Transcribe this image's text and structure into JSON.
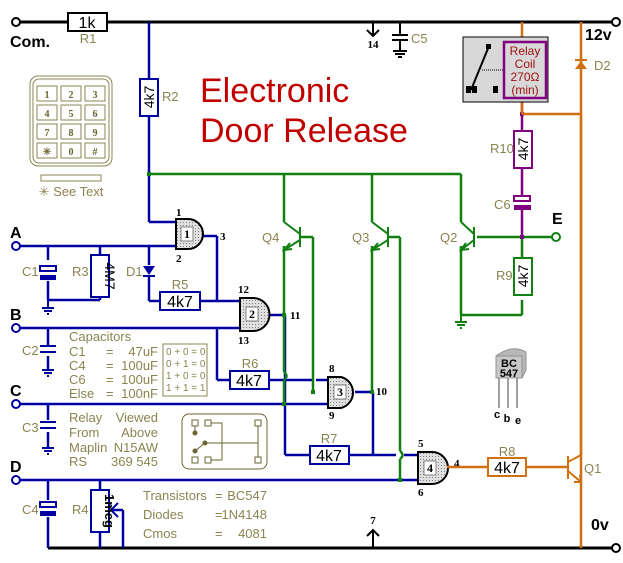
{
  "title": {
    "line1": "Electronic",
    "line2": "Door Release"
  },
  "colors": {
    "title": "#c00000",
    "blue": "#0000a0",
    "green": "#108010",
    "orange": "#d07010",
    "purple": "#800080",
    "black": "#000000",
    "label": "#8a8450"
  },
  "terminals": {
    "com": "Com.",
    "v12": "12v",
    "v0": "0v",
    "a": "A",
    "b": "B",
    "c": "C",
    "d": "D",
    "e": "E"
  },
  "resistors": [
    {
      "ref": "R1",
      "value": "1k"
    },
    {
      "ref": "R2",
      "value": "4k7"
    },
    {
      "ref": "R3",
      "value": "4M7"
    },
    {
      "ref": "R4",
      "value": "1meg"
    },
    {
      "ref": "R5",
      "value": "4k7"
    },
    {
      "ref": "R6",
      "value": "4k7"
    },
    {
      "ref": "R7",
      "value": "4k7"
    },
    {
      "ref": "R8",
      "value": "4k7"
    },
    {
      "ref": "R9",
      "value": "4k7"
    },
    {
      "ref": "R10",
      "value": "4k7"
    }
  ],
  "capacitors": [
    "C1",
    "C2",
    "C3",
    "C4",
    "C5",
    "C6"
  ],
  "diodes": [
    "D1",
    "D2"
  ],
  "transistors": [
    "Q1",
    "Q2",
    "Q3",
    "Q4"
  ],
  "gates": [
    {
      "num": "1",
      "in1": "1",
      "in2": "2",
      "out": "3"
    },
    {
      "num": "2",
      "in1": "12",
      "in2": "13",
      "out": "11"
    },
    {
      "num": "3",
      "in1": "8",
      "in2": "9",
      "out": "10"
    },
    {
      "num": "4",
      "in1": "5",
      "in2": "6",
      "out": "4"
    }
  ],
  "power_pins": {
    "vdd": "14",
    "vss": "7"
  },
  "relay": {
    "line1": "Relay",
    "line2": "Coil",
    "line3": "270Ω",
    "line4": "(min)"
  },
  "keypad": {
    "keys": [
      "1",
      "2",
      "3",
      "4",
      "5",
      "6",
      "7",
      "8",
      "9",
      "✳",
      "0",
      "#"
    ],
    "note": "✳ See Text"
  },
  "capacitor_notes": {
    "heading": "Capacitors",
    "rows": [
      {
        "name": "C1",
        "eq": "=",
        "value": "47uF"
      },
      {
        "name": "C4",
        "eq": "=",
        "value": "100uF"
      },
      {
        "name": "C6",
        "eq": "=",
        "value": "100uF"
      },
      {
        "name": "Else",
        "eq": "=",
        "value": "100nF"
      }
    ]
  },
  "truth_table": [
    "0 + 0 = 0",
    "0 + 1 = 0",
    "1 + 0 = 0",
    "1 + 1 = 1"
  ],
  "relay_notes": {
    "l1a": "Relay",
    "l1b": "Viewed",
    "l2a": "From",
    "l2b": "Above",
    "l3a": "Maplin",
    "l3b": "N15AW",
    "l4a": "RS",
    "l4b": "369 545"
  },
  "parts_notes": [
    {
      "name": "Transistors",
      "eq": "=",
      "value": "BC547"
    },
    {
      "name": "Diodes",
      "eq": "=",
      "value": "1N4148"
    },
    {
      "name": "Cmos",
      "eq": "=",
      "value": "4081"
    }
  ],
  "transistor_pkg": {
    "l1": "BC",
    "l2": "547",
    "pins": [
      "c",
      "b",
      "e"
    ]
  }
}
